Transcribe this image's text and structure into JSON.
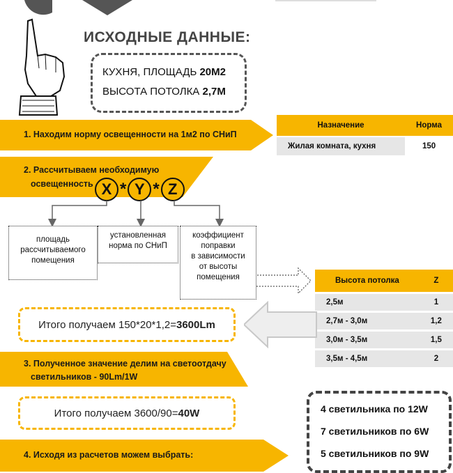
{
  "title": "ИСХОДНЫЕ ДАННЫЕ:",
  "input": {
    "line1_prefix": "КУХНЯ, ПЛОЩАДЬ ",
    "line1_value": "20М2",
    "line2_prefix": "ВЫСОТА ПОТОЛКА ",
    "line2_value": "2,7М"
  },
  "steps": {
    "s1": "1. Находим норму освещенности на 1м2 по СНиП",
    "s2_line1": "2. Рассчитываем необходимую",
    "s2_line2": "освещенность",
    "s3_line1": "3. Полученное значение делим на светоотдачу",
    "s3_line2": "светильников - 90Lm/1W",
    "s4": "4. Исходя из расчетов можем выбрать:"
  },
  "formula": {
    "x": "X",
    "y": "Y",
    "z": "Z",
    "op": "*"
  },
  "factors": {
    "x_lines": [
      "площадь",
      "рассчитываемого",
      "помещения"
    ],
    "y_lines": [
      "установленная",
      "норма по СНиП"
    ],
    "z_lines": [
      "коэффициент",
      "поправки",
      "в зависимости",
      "от высоты",
      "помещения"
    ]
  },
  "norm_table": {
    "headers": [
      "Назначение",
      "Норма"
    ],
    "rows": [
      [
        "Жилая комната, кухня",
        "150"
      ]
    ]
  },
  "height_table": {
    "headers": [
      "Высота потолка",
      "Z"
    ],
    "rows": [
      [
        "2,5м",
        "1"
      ],
      [
        "2,7м - 3,0м",
        "1,2"
      ],
      [
        "3,0м - 3,5м",
        "1,5"
      ],
      [
        "3,5м - 4,5м",
        "2"
      ]
    ]
  },
  "result1": {
    "prefix": "Итого получаем 150*20*1,2=",
    "value": "3600Lm"
  },
  "result2": {
    "prefix": "Итого получаем  3600/90=",
    "value": "40W"
  },
  "options": [
    "4 светильника по 12W",
    "7 светильников по 6W",
    "5 светильников по 9W"
  ],
  "colors": {
    "accent": "#f7b500",
    "gray": "#e6e6e6",
    "dark": "#555555"
  }
}
